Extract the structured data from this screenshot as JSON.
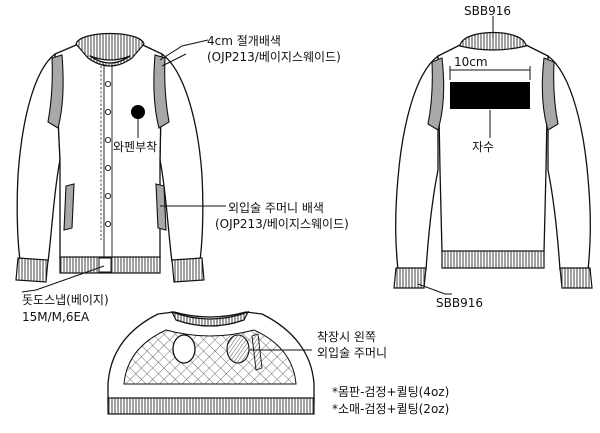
{
  "annotations": {
    "collar_trim": "4cm 절개배색",
    "collar_trim_code": "(OJP213/베이지스웨이드)",
    "patch": "와펜부착",
    "pocket_trim": "외입술 주머니 배색",
    "pocket_trim_code": "(OJP213/베이지스웨이드)",
    "snap": "돗도스냅(베이지)",
    "snap_spec": "15M/M,6EA",
    "back_code_top": "SBB916",
    "back_width": "10cm",
    "embroidery": "자수",
    "back_code_bottom": "SBB916",
    "inner_pocket_line1": "착장시 왼쪽",
    "inner_pocket_line2": "외입술 주머니"
  },
  "notes": [
    "*몸판-검정+퀼팅(4oz)",
    "*소매-검정+퀼팅(2oz)"
  ],
  "colors": {
    "line": "#111111",
    "trim_gray": "#a8a8a8",
    "embroidery_block": "#000000",
    "fabric": "#ffffff"
  }
}
